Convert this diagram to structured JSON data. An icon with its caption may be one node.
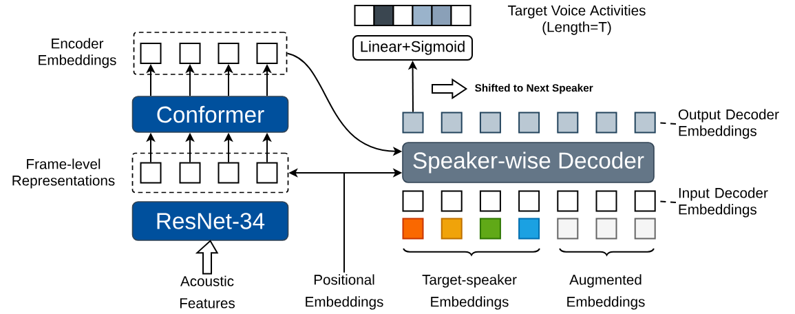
{
  "diagram": {
    "nodes": [
      {
        "text": [
          "Encoder Embeddings"
        ]
      },
      {
        "text": [],
        "shape": "box",
        "in": 0
      },
      {
        "text": [],
        "shape": "box",
        "in": 0
      },
      {
        "text": [],
        "shape": "box",
        "in": 0
      },
      {
        "text": [],
        "shape": "box",
        "in": 0
      },
      {
        "text": [
          "Conformer"
        ]
      },
      {
        "text": [
          "Frame-level Representations"
        ]
      },
      {
        "text": [],
        "shape": "box",
        "in": 6
      },
      {
        "text": [],
        "shape": "box",
        "in": 6
      },
      {
        "text": [],
        "shape": "box",
        "in": 6
      },
      {
        "text": [],
        "shape": "box",
        "in": 6
      },
      {
        "text": [
          "ResNet-34"
        ]
      },
      {
        "text": [
          "Acoustic Features"
        ]
      },
      {
        "text": [
          "Positional Embeddings"
        ]
      },
      {
        "text": [
          "Speaker-wise Decoder"
        ]
      },
      {
        "text": [],
        "shape": "box"
      },
      {
        "text": [],
        "shape": "box"
      },
      {
        "text": [],
        "shape": "box"
      },
      {
        "text": [],
        "shape": "box"
      },
      {
        "text": [],
        "shape": "box"
      },
      {
        "text": [],
        "shape": "box"
      },
      {
        "text": [],
        "shape": "box"
      },
      {
        "text": [
          "Output Decoder Embeddings"
        ]
      },
      {
        "text": [],
        "shape": "box"
      },
      {
        "text": [],
        "shape": "box"
      },
      {
        "text": [],
        "shape": "box"
      },
      {
        "text": [],
        "shape": "box"
      },
      {
        "text": [],
        "shape": "box"
      },
      {
        "text": [],
        "shape": "box"
      },
      {
        "text": [],
        "shape": "box"
      },
      {
        "text": [
          "Input Decoder Embeddings"
        ]
      },
      {
        "text": [],
        "shape": "box"
      },
      {
        "text": [],
        "shape": "box"
      },
      {
        "text": [],
        "shape": "box"
      },
      {
        "text": [],
        "shape": "box"
      },
      {
        "text": [],
        "shape": "box"
      },
      {
        "text": [],
        "shape": "box"
      },
      {
        "text": [],
        "shape": "box"
      },
      {
        "text": [
          "Linear+Sigmoid"
        ]
      },
      {
        "text": [],
        "shape": "bar",
        "beside": [
          "Target Voice Activities (Length=T)"
        ]
      },
      {
        "text": [
          "Shifted to Next Speaker"
        ]
      }
    ],
    "edges": [
      {
        "from": 7,
        "to": 5,
        "arrow": "to"
      },
      {
        "from": 8,
        "to": 5,
        "arrow": "to"
      },
      {
        "from": 9,
        "to": 5,
        "arrow": "to"
      },
      {
        "from": 10,
        "to": 5,
        "arrow": "to"
      },
      {
        "from": 5,
        "to": 1,
        "arrow": "to"
      },
      {
        "from": 5,
        "to": 2,
        "arrow": "to"
      },
      {
        "from": 5,
        "to": 3,
        "arrow": "to"
      },
      {
        "from": 5,
        "to": 4,
        "arrow": "to"
      },
      {
        "from": 12,
        "to": 11,
        "arrow": "to",
        "style": "thick"
      },
      {
        "from": 13,
        "to": 6,
        "arrow": "to"
      },
      {
        "from": 13,
        "to": 14,
        "arrow": "to"
      },
      {
        "from": 0,
        "to": 14,
        "arrow": "to"
      },
      {
        "from": 15,
        "to": 38,
        "arrow": "to"
      },
      {
        "from": 22,
        "to": 21,
        "arrow": "none",
        "style": "dashed"
      },
      {
        "from": 30,
        "to": 29,
        "arrow": "none",
        "style": "dashed"
      },
      {
        "from": null,
        "to": 40,
        "arrow": "to",
        "style": "thick"
      }
    ],
    "labels": [
      "Target-speaker Embeddings",
      "Augmented Embeddings"
    ]
  }
}
